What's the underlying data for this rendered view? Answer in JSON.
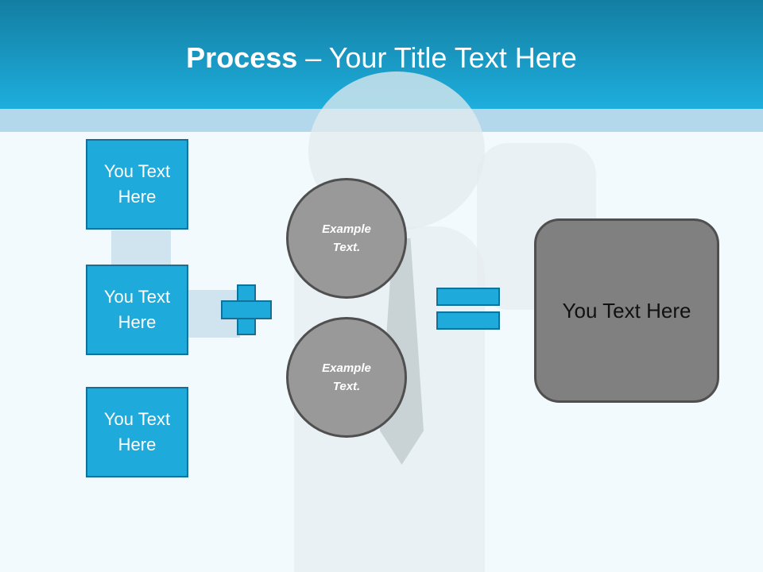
{
  "header": {
    "title_bold": "Process",
    "title_rest": " – Your Title Text Here"
  },
  "left_boxes": [
    "You Text Here",
    "You Text Here",
    "You Text Here"
  ],
  "circles": [
    "Example Text.",
    "Example Text."
  ],
  "result": "You Text Here",
  "colors": {
    "accent": "#1eaadb",
    "border": "#137099",
    "circle": "#999999",
    "result": "#808080"
  }
}
